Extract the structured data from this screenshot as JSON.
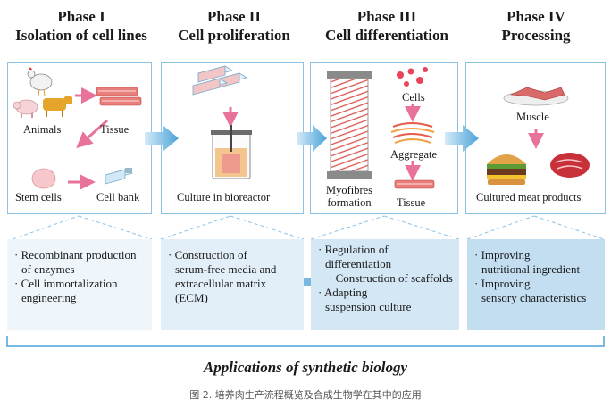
{
  "phases": [
    {
      "label": "Phase I",
      "name": "Isolation of cell lines"
    },
    {
      "label": "Phase II",
      "name": "Cell proliferation"
    },
    {
      "label": "Phase III",
      "name": "Cell differentiation"
    },
    {
      "label": "Phase IV",
      "name": "Processing"
    }
  ],
  "phase1": {
    "animals": "Animals",
    "tissue": "Tissue",
    "stem_cells": "Stem cells",
    "cell_bank": "Cell bank"
  },
  "phase2": {
    "culture": "Culture in bioreactor"
  },
  "phase3": {
    "cells": "Cells",
    "aggregate": "Aggregate",
    "tissue": "Tissue",
    "myofibres_1": "Myofibres",
    "myofibres_2": "formation"
  },
  "phase4": {
    "muscle": "Muscle",
    "products": "Cultured meat products"
  },
  "applications": [
    {
      "items": [
        "· Recombinant production",
        "  of enzymes",
        "· Cell immortalization",
        "  engineering"
      ]
    },
    {
      "items": [
        "· Construction of",
        "  serum-free media and",
        "  extracellular matrix",
        "  (ECM)"
      ]
    },
    {
      "items": [
        "· Regulation of",
        "  differentiation",
        "· Construction of scaffolds",
        "· Adapting",
        "  suspension culture"
      ]
    },
    {
      "items": [
        "· Improving",
        "  nutritional ingredient",
        "· Improving",
        "  sensory characteristics"
      ]
    }
  ],
  "bottom_title": "Applications of synthetic biology",
  "caption": "图 2. 培养肉生产流程概览及合成生物学在其中的应用",
  "colors": {
    "panel_border": "#8cc3e3",
    "box1": "#eef5fb",
    "box2": "#e2eff8",
    "box3": "#d3e7f5",
    "box4": "#c3def1",
    "arrow_blue": "#4aa3d8",
    "arrow_pink": "#e8739a"
  }
}
